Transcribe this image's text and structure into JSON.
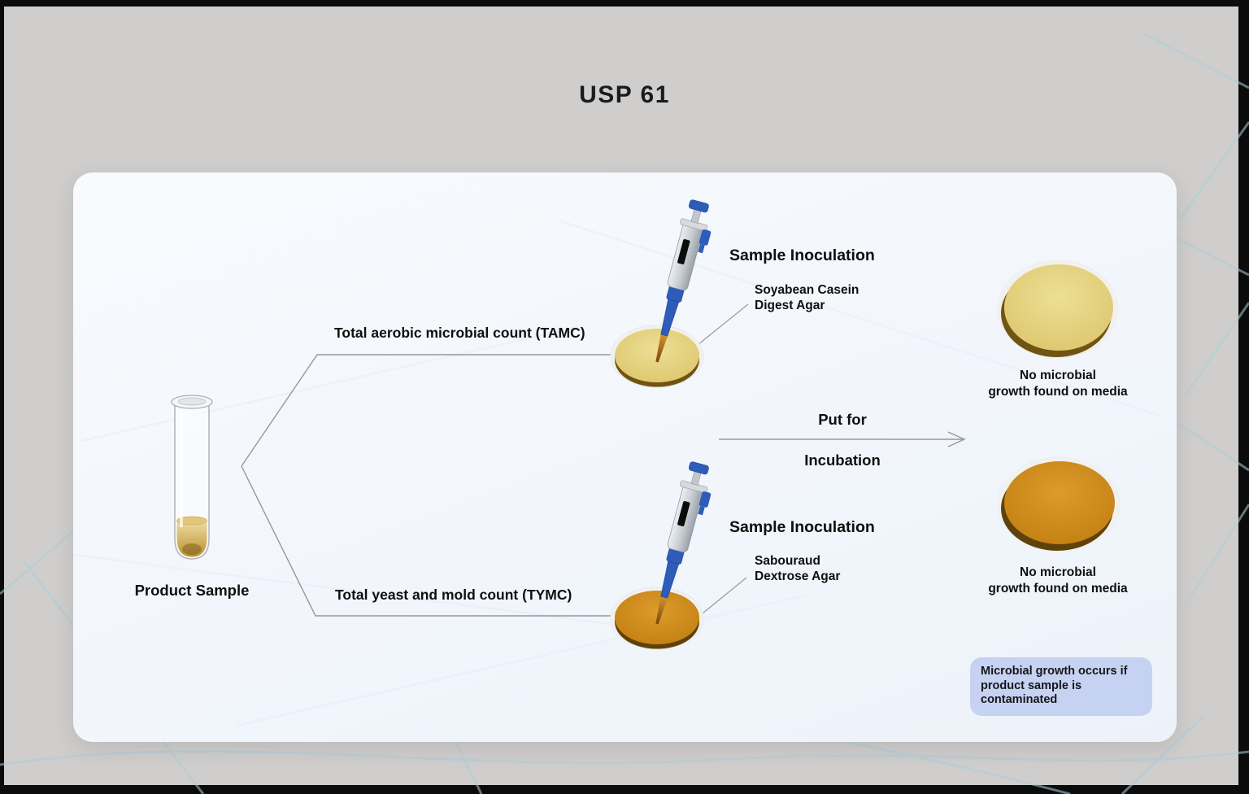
{
  "title": "USP 61",
  "sample": {
    "label": "Product Sample"
  },
  "branches": [
    {
      "count_label": "Total aerobic microbial count (TAMC)",
      "inoculation_title": "Sample Inoculation",
      "agar_line1": "Soyabean Casein",
      "agar_line2": "Digest Agar",
      "result_line1": "No microbial",
      "result_line2": "growth found on media"
    },
    {
      "count_label": "Total yeast and mold count (TYMC)",
      "inoculation_title": "Sample Inoculation",
      "agar_line1": "Sabouraud",
      "agar_line2": "Dextrose Agar",
      "result_line1": "No microbial",
      "result_line2": "growth found on media"
    }
  ],
  "incubation": {
    "line1": "Put for",
    "line2": "Incubation"
  },
  "note": {
    "text": "Microbial growth occurs if product sample is contaminated"
  },
  "colors": {
    "background_gray": "#cfcecd",
    "card_bg": "#f5f8fc",
    "note_bg": "#c6d2f2",
    "agar_yellow": "#e2cf7c",
    "agar_orange": "#d0891b",
    "pipette_blue": "#2e5cb8",
    "connector_gray": "#96989b",
    "pattern_blue": "#aecdda"
  }
}
